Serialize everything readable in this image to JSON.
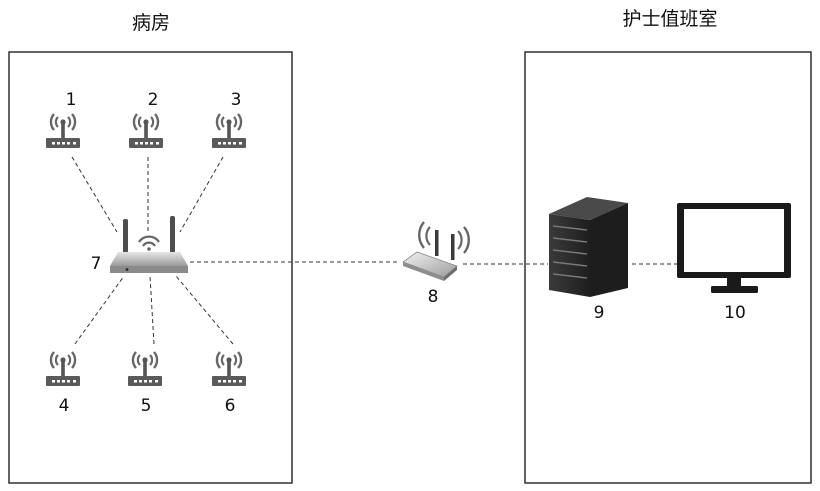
{
  "rooms": {
    "ward": {
      "title": "病房"
    },
    "nurse_station": {
      "title": "护士值班室"
    }
  },
  "nodes": {
    "sensor_1": "1",
    "sensor_2": "2",
    "sensor_3": "3",
    "sensor_4": "4",
    "sensor_5": "5",
    "sensor_6": "6",
    "router": "7",
    "access_point": "8",
    "server": "9",
    "monitor": "10"
  },
  "colors": {
    "device_dark": "#555555",
    "link_line": "#333333",
    "frame": "#222222"
  }
}
